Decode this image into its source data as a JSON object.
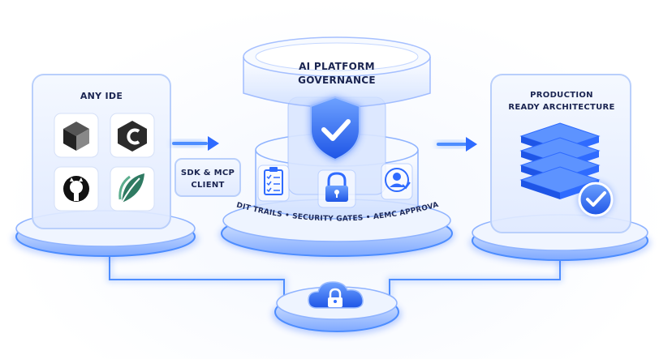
{
  "ide_panel": {
    "title": "ANY IDE",
    "tools": [
      {
        "icon": "cube-icon"
      },
      {
        "icon": "c-logo-icon"
      },
      {
        "icon": "github-icon"
      },
      {
        "icon": "leaf-icon"
      }
    ]
  },
  "connector": {
    "label": "SDK & MCP CLIENT"
  },
  "governance": {
    "title": "AI PLATFORM GOVERNANCE",
    "title_line1": "AI PLATFORM",
    "title_line2": "GOVERNANCE",
    "ring_text": "AUDIT TRAILS • SECURITY GATES • AEMC APPROVALS",
    "icons": [
      "shield-check-icon",
      "clipboard-checklist-icon",
      "padlock-icon",
      "user-badge-icon"
    ]
  },
  "production": {
    "title_line1": "PRODUCTION",
    "title_line2": "READY ARCHITECTURE",
    "icons": [
      "server-stack-icon",
      "check-badge-icon"
    ]
  },
  "network": {
    "icons": [
      "cloud-lock-icon"
    ]
  },
  "colors": {
    "accent": "#2f6bff",
    "glow": "#4d8dff",
    "text": "#1a2450",
    "glass": "#e8f0ff"
  }
}
